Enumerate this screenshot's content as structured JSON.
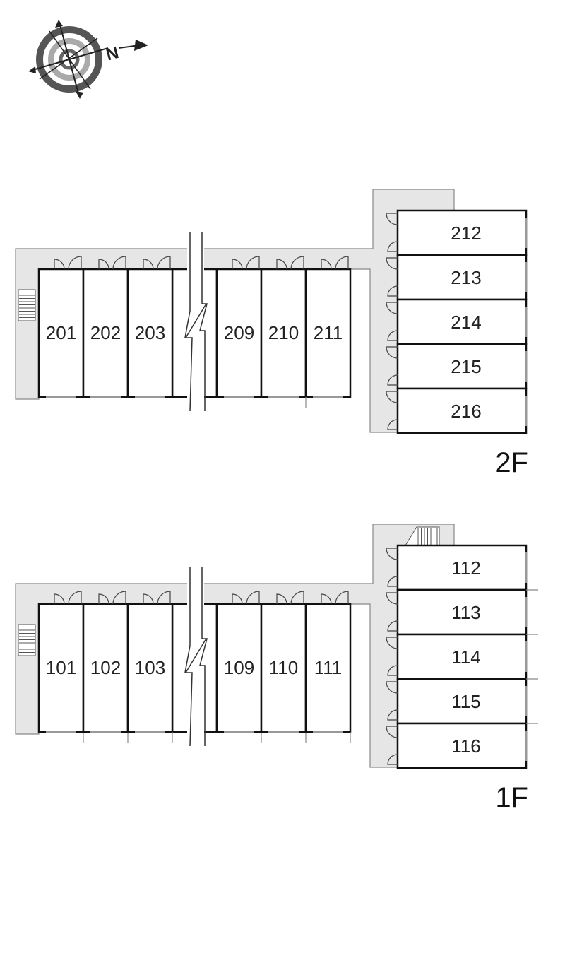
{
  "compass": {
    "north_label": "N"
  },
  "floors": [
    {
      "label": "2F",
      "west_units": [
        "201",
        "202",
        "203",
        "209",
        "210",
        "211"
      ],
      "east_units": [
        "212",
        "213",
        "214",
        "215",
        "216"
      ]
    },
    {
      "label": "1F",
      "west_units": [
        "101",
        "102",
        "103",
        "109",
        "110",
        "111"
      ],
      "east_units": [
        "112",
        "113",
        "114",
        "115",
        "116"
      ]
    }
  ]
}
